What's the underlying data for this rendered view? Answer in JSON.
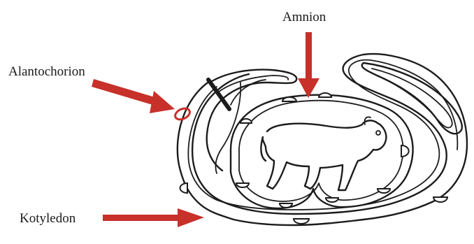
{
  "labels": {
    "amnion": "Amnion",
    "alantochorion": "Alantochorion",
    "kotyledon": "Kotyledon"
  },
  "colors": {
    "arrow": "#c8302a",
    "ink": "#1c1c1c",
    "background": "#ffffff"
  }
}
